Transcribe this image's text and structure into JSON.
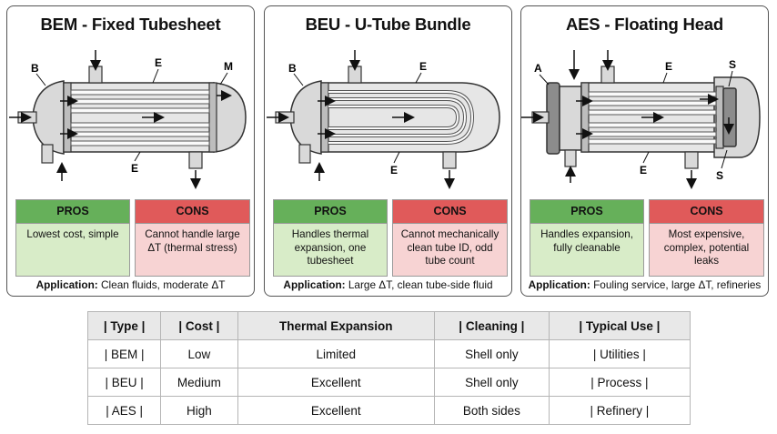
{
  "panels": [
    {
      "title": "BEM - Fixed Tubesheet",
      "labels": {
        "front": "B",
        "shell_top": "E",
        "rear": "M",
        "shell_bottom": "E"
      },
      "pros_header": "PROS",
      "cons_header": "CONS",
      "pros_text": "Lowest cost, simple",
      "cons_text": "Cannot handle large ΔT (thermal stress)",
      "application_label": "Application:",
      "application_text": "Clean fluids, moderate ΔT"
    },
    {
      "title": "BEU - U-Tube Bundle",
      "labels": {
        "front": "B",
        "shell_top": "E",
        "shell_bottom": "E"
      },
      "pros_header": "PROS",
      "cons_header": "CONS",
      "pros_text": "Handles thermal expansion, one tubesheet",
      "cons_text": "Cannot mechanically clean tube ID, odd tube count",
      "application_label": "Application:",
      "application_text": "Large ΔT, clean tube-side fluid"
    },
    {
      "title": "AES - Floating Head",
      "labels": {
        "front": "A",
        "shell_top": "E",
        "rear_top": "S",
        "shell_bottom": "E",
        "rear_bottom": "S"
      },
      "pros_header": "PROS",
      "cons_header": "CONS",
      "pros_text": "Handles expansion, fully cleanable",
      "cons_text": "Most expensive, complex, potential leaks",
      "application_label": "Application:",
      "application_text": "Fouling service, large ΔT, refineries"
    }
  ],
  "table": {
    "headers": [
      "| Type |",
      "| Cost |",
      "Thermal Expansion",
      "| Cleaning |",
      "| Typical Use |"
    ],
    "rows": [
      [
        "| BEM |",
        "Low",
        "Limited",
        "Shell only",
        "| Utilities |"
      ],
      [
        "| BEU |",
        "Medium",
        "Excellent",
        "Shell only",
        "| Process |"
      ],
      [
        "| AES |",
        "High",
        "Excellent",
        "Both sides",
        "| Refinery |"
      ]
    ]
  },
  "colors": {
    "pros_header": "#66b05a",
    "pros_body": "#d8ecc8",
    "cons_header": "#e05a5a",
    "cons_body": "#f7d3d3",
    "metal": "#d9d9d9",
    "metal_dark": "#9a9a9a"
  }
}
